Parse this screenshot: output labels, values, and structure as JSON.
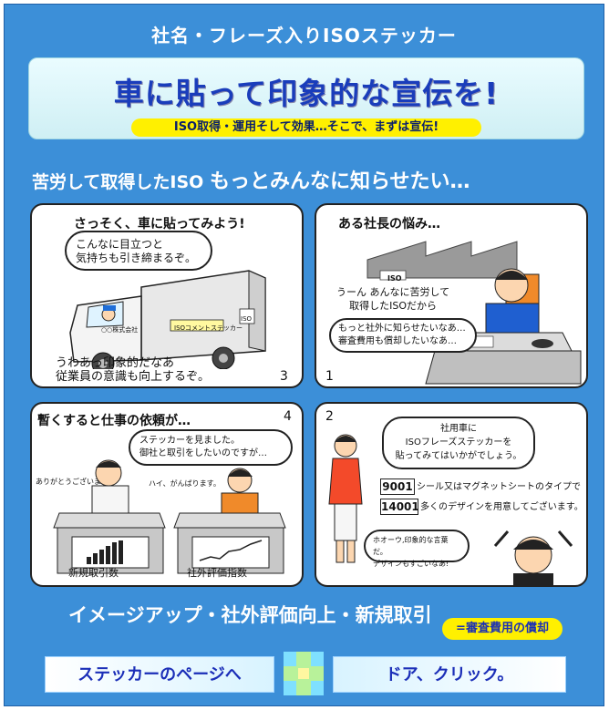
{
  "header": {
    "title": "社名・フレーズ入りISOステッカー"
  },
  "banner": {
    "main": "車に貼って印象的な宣伝を!",
    "sub": "ISO取得・運用そして効果…そこで、まずは宣伝!"
  },
  "section": {
    "head_a": "苦労して取得したISO ",
    "head_b": "もっとみんなに知らせたい…"
  },
  "panels": [
    {
      "title": "さっそく、車に貼ってみよう!",
      "bubble": "こんなに目立つと\n気持ちも引き締まるぞ。",
      "truck_text": "○○株式会社",
      "sticker_label": "ISOコメントステッカー",
      "iso_mark": "ISO",
      "caption": "うわあっ印象的だなあ\n従業員の意識も向上するぞ。",
      "number": "3"
    },
    {
      "title": "ある社長の悩み…",
      "building_label": "ISO",
      "speech": "うーん あんなに苦労して\n取得したISOだから",
      "bubble": "もっと社外に知らせたいなあ…\n審査費用も償却したいなあ…",
      "number": "1"
    },
    {
      "title": "暫くすると仕事の依頼が…",
      "bubble": "ステッカーを見ました。\n御社と取引をしたいのですが…",
      "left_speech": "ありがとうございます。",
      "right_speech": "ハイ、がんばります。",
      "label_left": "新規取引数",
      "label_right": "社外評価指数",
      "number": "4"
    },
    {
      "number": "2",
      "bubble": "社用車に\nISOフレーズステッカーを\n貼ってみてはいかがでしょう。",
      "code1": "9001",
      "code1_text": "シール又はマグネットシートのタイプで",
      "code2": "14001",
      "code2_text": "多くのデザインを用意してございます。",
      "bubble2": "ホオーウ,印象的な言葉だ。\nデザインもすごいなあ!"
    }
  ],
  "bottom": {
    "text": "イメージアップ・社外評価向上・新規取引",
    "badge": "=審査費用の償却"
  },
  "nav": {
    "left_label": "ステッカーのページへ",
    "right_label": "ドア、クリック。"
  },
  "colors": {
    "background": "#3c8fd8",
    "accent_yellow": "#fff000",
    "title_blue": "#1a3dbb"
  }
}
